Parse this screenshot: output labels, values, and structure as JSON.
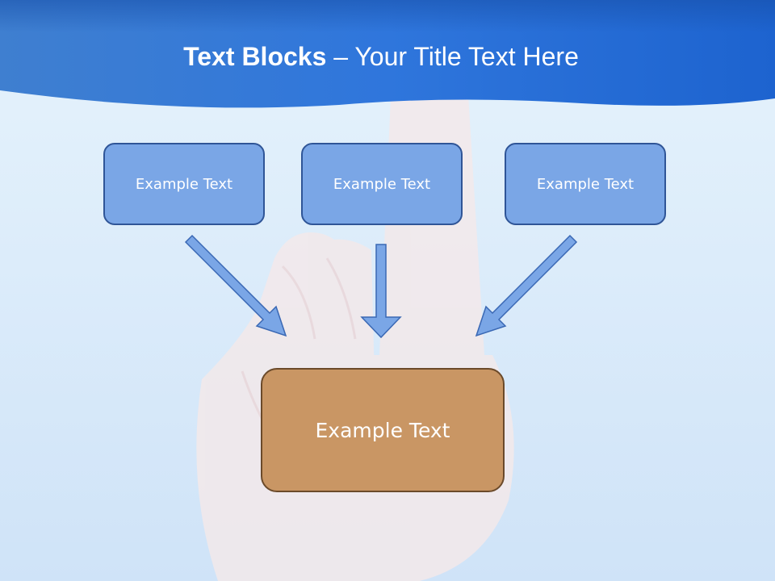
{
  "slide": {
    "title_bold": "Text Blocks",
    "title_rest": " – Your Title Text Here"
  },
  "boxes": {
    "left": "Example Text",
    "middle": "Example Text",
    "right": "Example Text",
    "center": "Example Text"
  },
  "colors": {
    "banner": "#2a6fd6",
    "small_box_fill": "#7aa6e6",
    "small_box_border": "#2f5597",
    "center_box_fill": "#c99664",
    "center_box_border": "#6b4a2a",
    "arrow_fill": "#7aa6e6",
    "arrow_stroke": "#3a68b4"
  }
}
